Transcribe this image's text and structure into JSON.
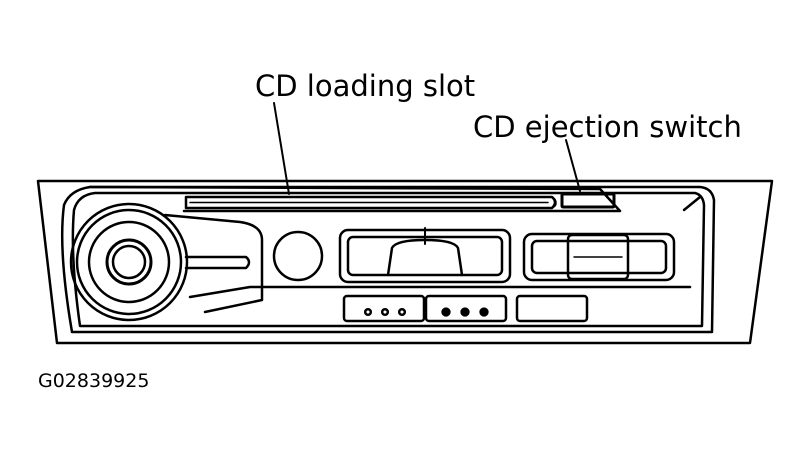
{
  "callouts": {
    "cd_loading_slot": "CD loading slot",
    "cd_ejection_switch": "CD ejection switch"
  },
  "figure_code": "G02839925",
  "colors": {
    "line": "#000000",
    "background": "#ffffff"
  }
}
